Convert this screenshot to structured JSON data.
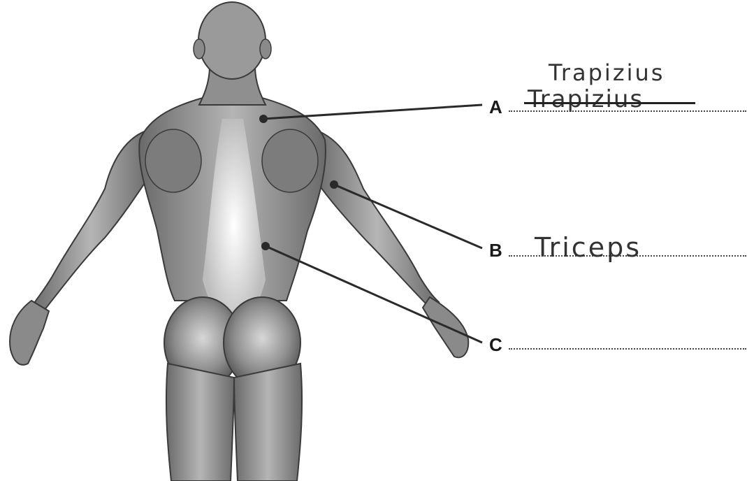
{
  "labels": [
    {
      "letter": "A",
      "answer": "Trapizius",
      "crossed_out": "Trapizius"
    },
    {
      "letter": "B",
      "answer": "Triceps"
    },
    {
      "letter": "C",
      "answer": ""
    }
  ],
  "colors": {
    "ink": "#1a1a1a",
    "skin_light": "#cfcfcf",
    "skin_mid": "#9a9a9a",
    "skin_dark": "#5a5a5a"
  }
}
